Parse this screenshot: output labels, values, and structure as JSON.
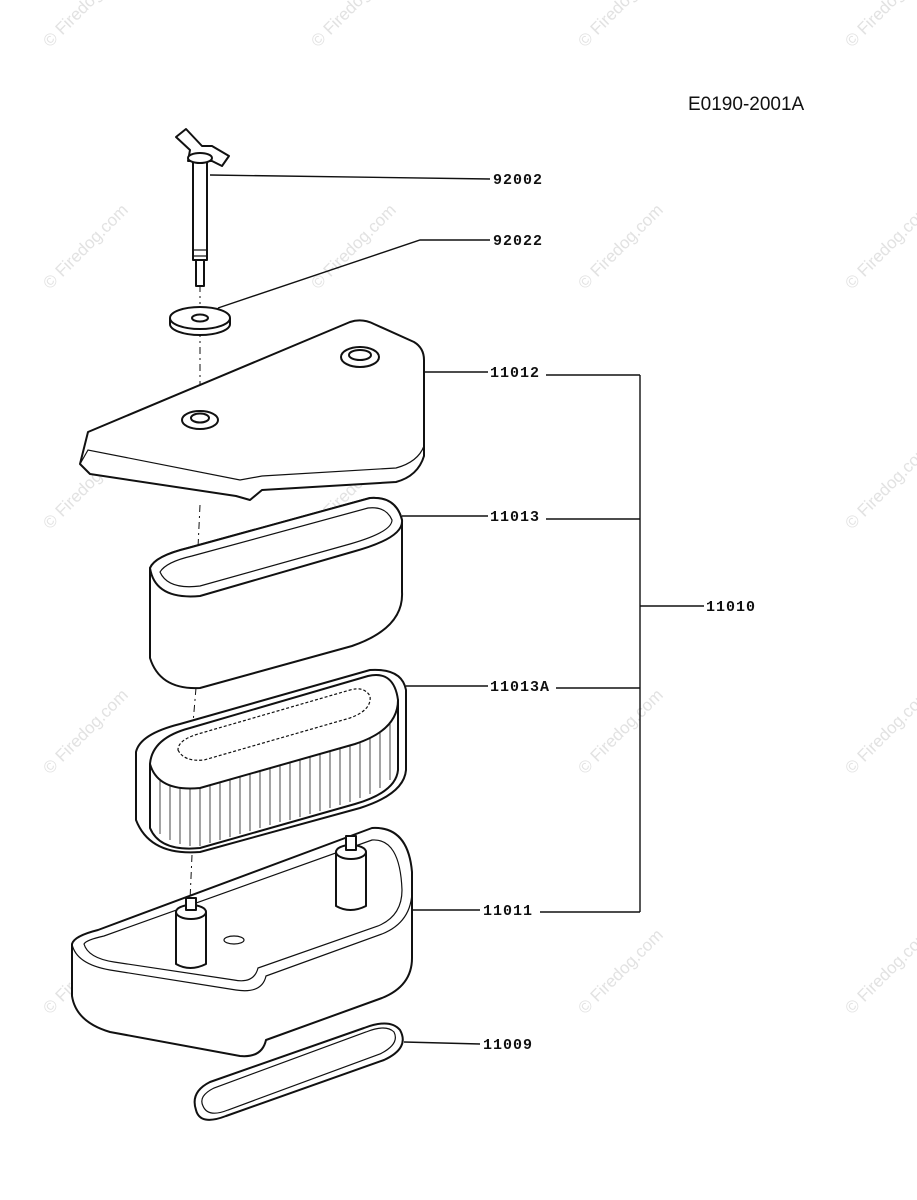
{
  "diagram_code": "E0190-2001A",
  "watermark": "© Firedog.com",
  "callouts": [
    {
      "id": "wing-bolt",
      "label": "92002"
    },
    {
      "id": "washer",
      "label": "92022"
    },
    {
      "id": "cover",
      "label": "11012"
    },
    {
      "id": "pre-cleaner",
      "label": "11013"
    },
    {
      "id": "element",
      "label": "11013A"
    },
    {
      "id": "assembly",
      "label": "11010"
    },
    {
      "id": "base",
      "label": "11011"
    },
    {
      "id": "gasket",
      "label": "11009"
    }
  ]
}
